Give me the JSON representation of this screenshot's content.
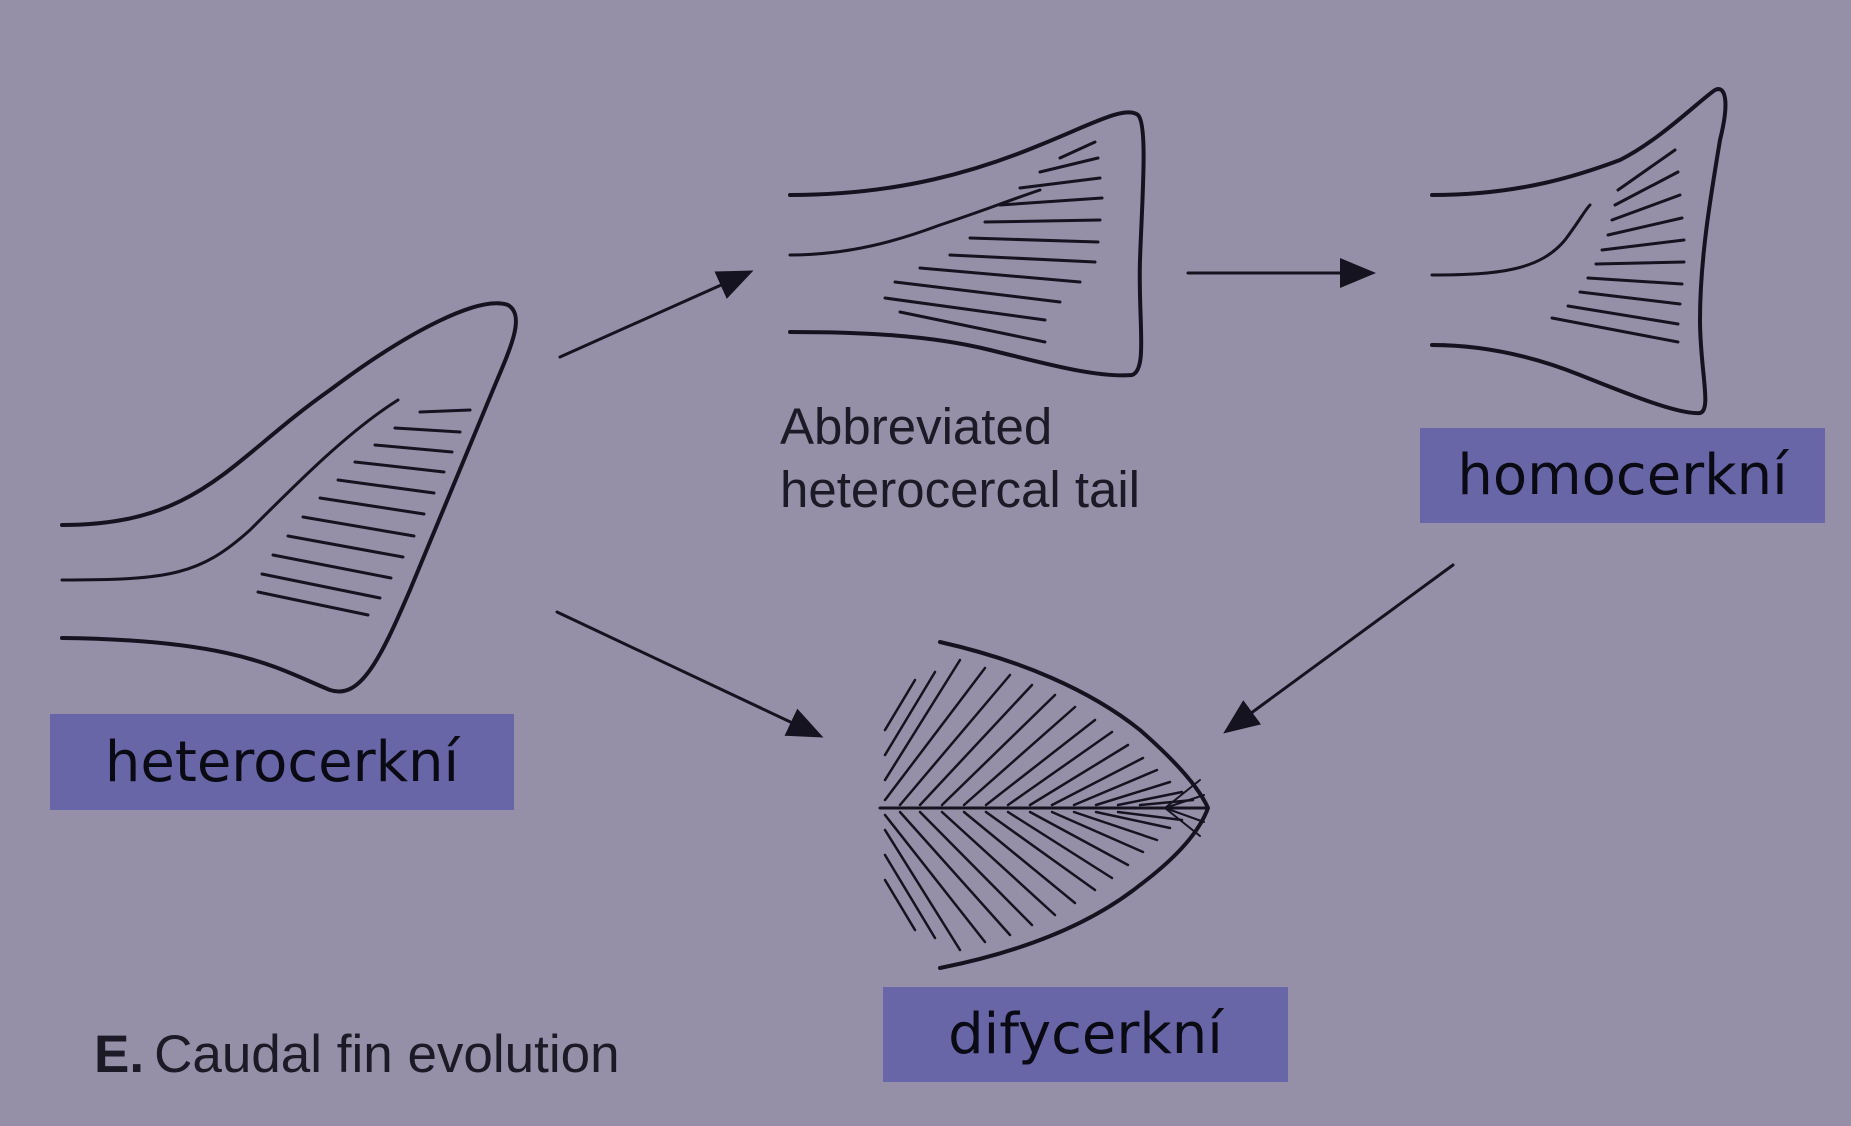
{
  "labels": {
    "heterocerkni": "heterocerkní",
    "homocerkni": "homocerkní",
    "difycerkni": "difycerkní"
  },
  "captions": {
    "abbreviated_line1": "Abbreviated",
    "abbreviated_line2": "heterocercal tail",
    "figure_letter": "E.",
    "figure_title": "Caudal fin evolution"
  },
  "colors": {
    "background": "#9590a8",
    "label_box": "#6966a8",
    "ink": "#161320"
  }
}
